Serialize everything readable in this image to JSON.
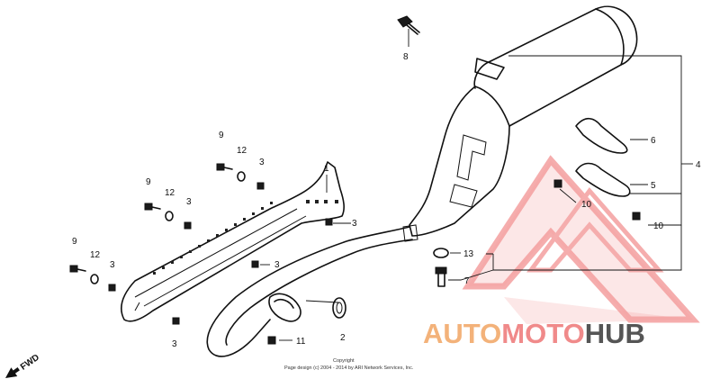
{
  "labels": {
    "l1": "1",
    "l2": "2",
    "l3a": "3",
    "l3b": "3",
    "l3c": "3",
    "l3d": "3",
    "l3e": "3",
    "l3f": "3",
    "l4": "4",
    "l5": "5",
    "l6": "6",
    "l7": "7",
    "l8": "8",
    "l9a": "9",
    "l9b": "9",
    "l9c": "9",
    "l10a": "10",
    "l10b": "10",
    "l11": "11",
    "l12a": "12",
    "l12b": "12",
    "l12c": "12",
    "l13": "13"
  },
  "fwd": "FWD",
  "copyright": {
    "line1": "Copyright",
    "line2": "Page design (c) 2004 - 2014 by ARI Network Services, Inc."
  },
  "watermark": {
    "auto": "AUTO",
    "moto": "MOTO",
    "hub": "HUB"
  },
  "colors": {
    "watermark_red": "#f08a8a",
    "watermark_orange": "#f3b27a",
    "watermark_gray": "#555555"
  }
}
